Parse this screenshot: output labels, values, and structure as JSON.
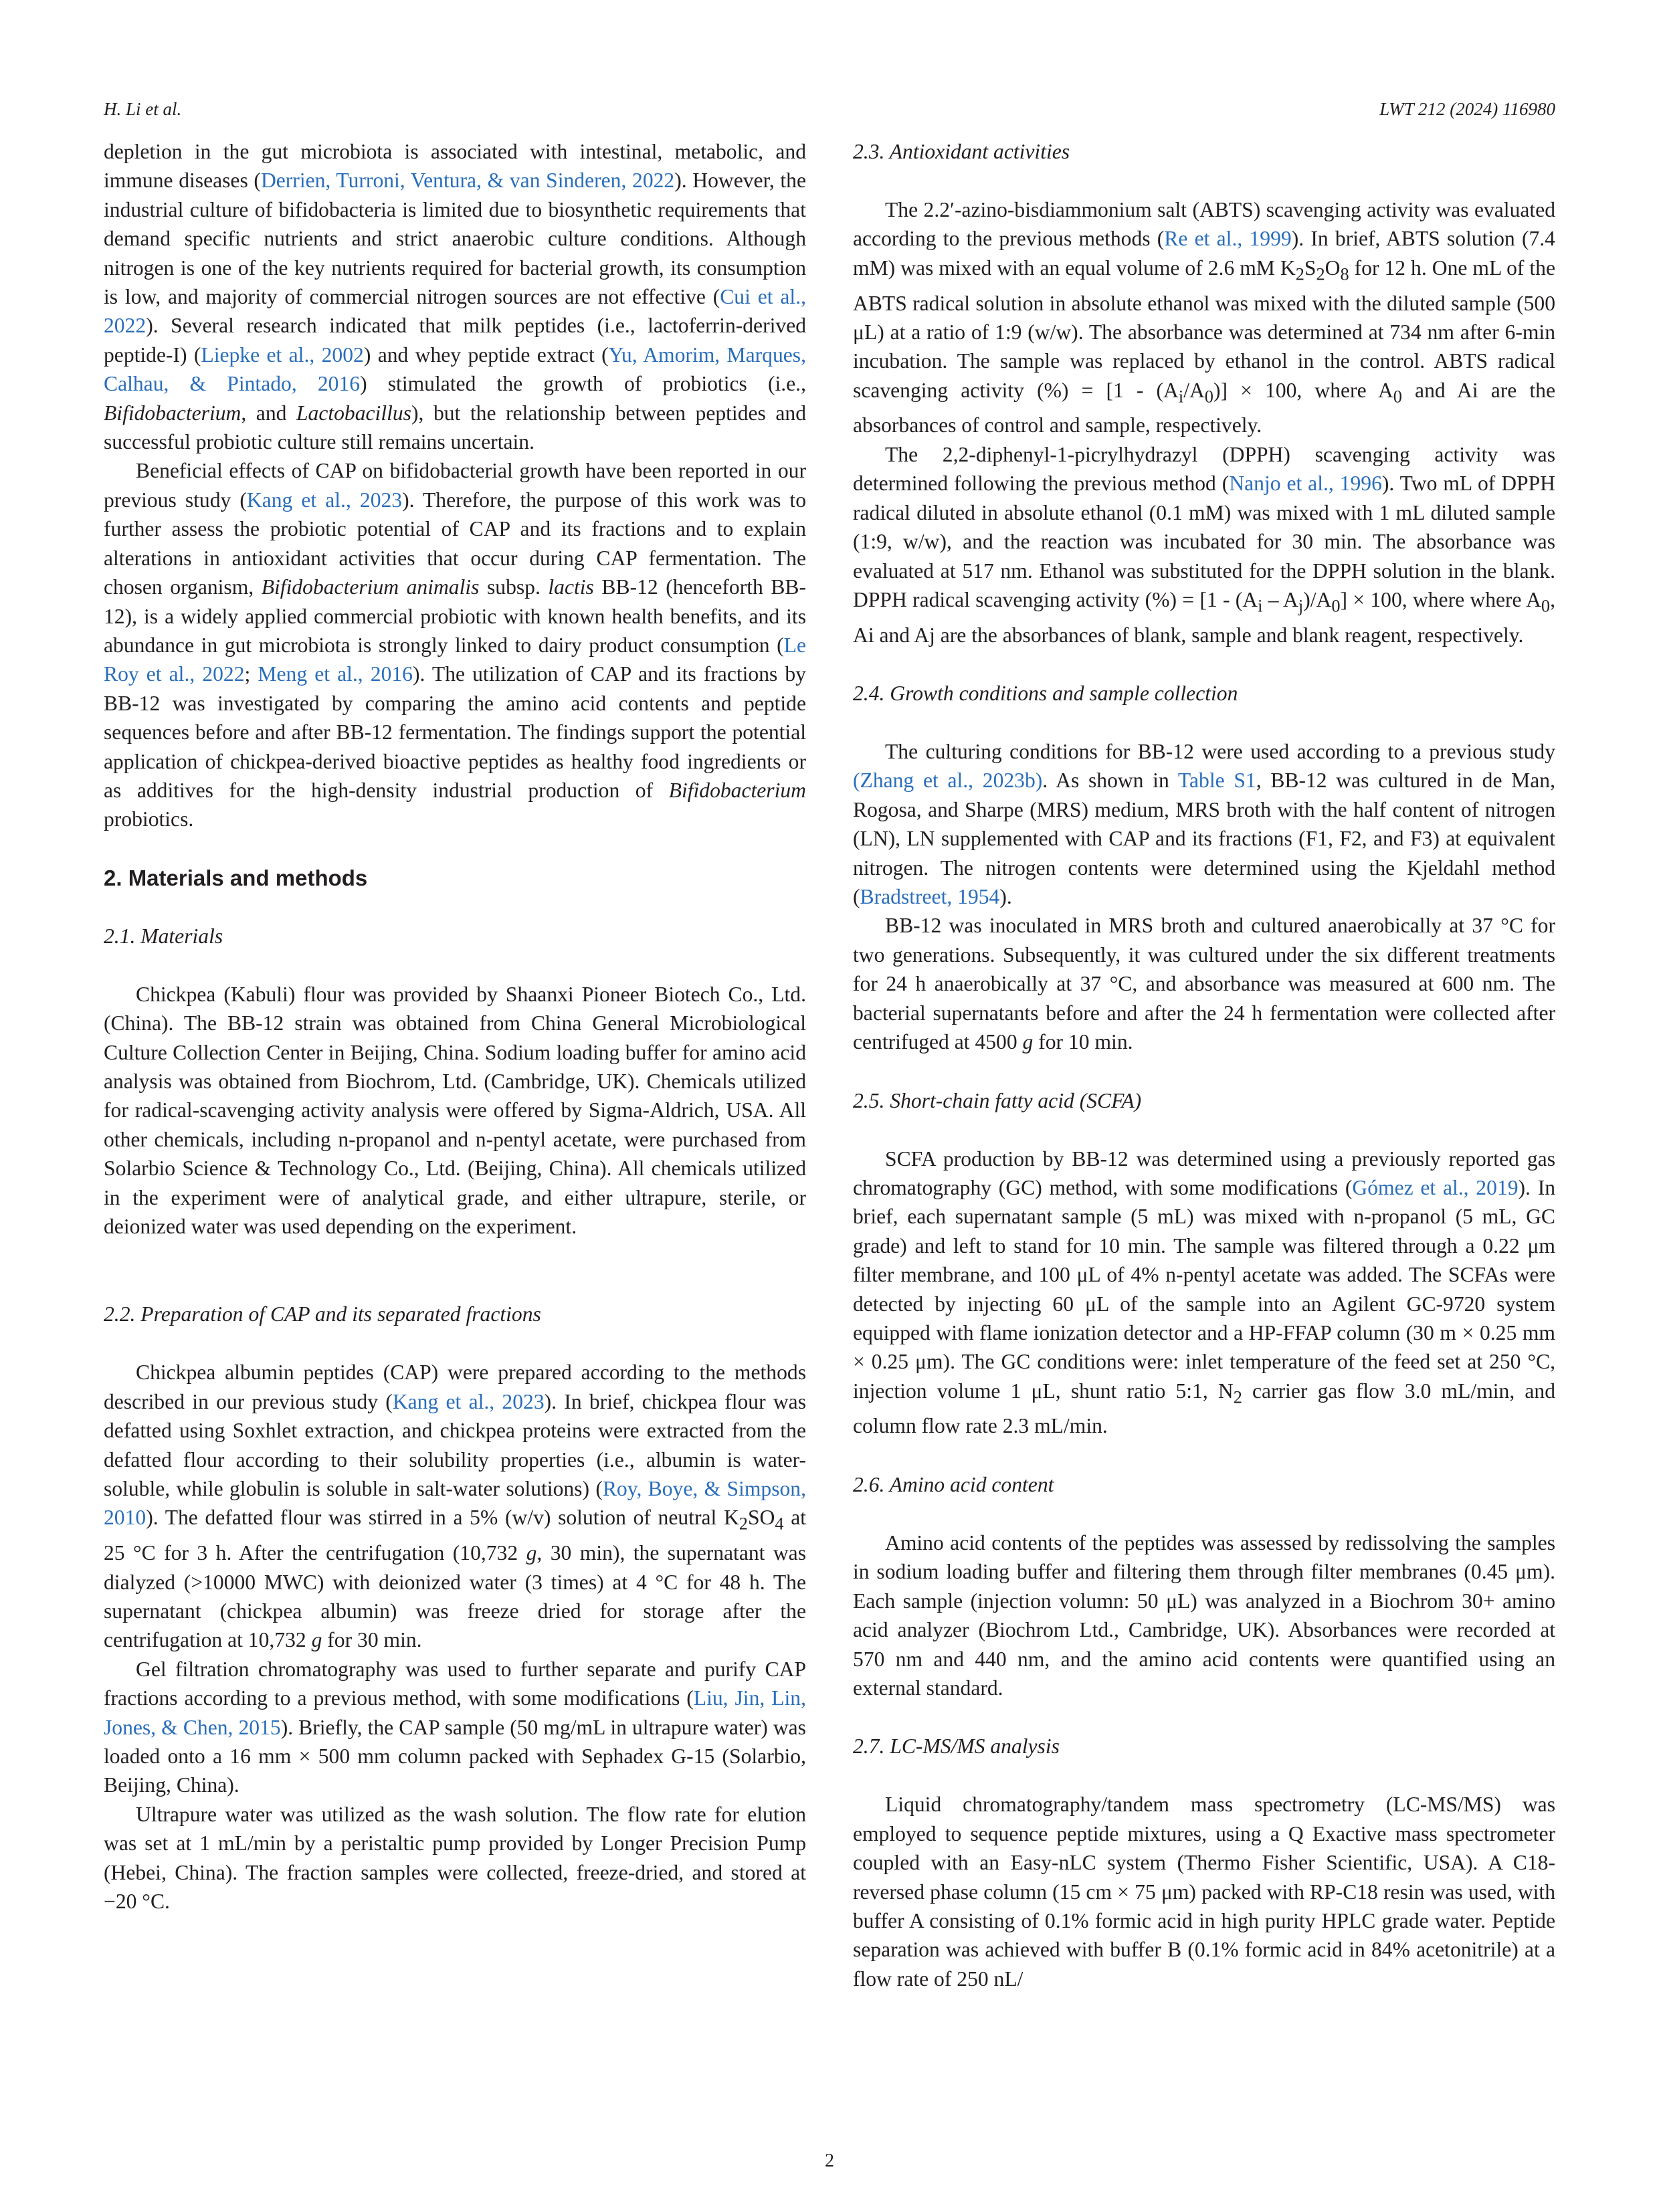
{
  "header": {
    "authors": "H. Li et al.",
    "journal": "LWT 212 (2024) 116980"
  },
  "left_column": {
    "intro_p1": {
      "t1": "depletion in the gut microbiota is associated with intestinal, metabolic, and immune diseases (",
      "c1": "Derrien, Turroni, Ventura, & van Sinderen, 2022",
      "t2": "). However, the industrial culture of bifidobacteria is limited due to biosynthetic requirements that demand specific nutrients and strict anaerobic culture conditions. Although nitrogen is one of the key nutrients required for bacterial growth, its consumption is low, and majority of commercial nitrogen sources are not effective (",
      "c2": "Cui et al., 2022",
      "t3": "). Several research indicated that milk peptides (i.e., lactoferrin-derived peptide-I) (",
      "c3": "Liepke et al., 2002",
      "t4": ") and whey peptide extract (",
      "c4": "Yu, Amorim, Marques, Calhau, & Pintado, 2016",
      "t5": ") stimulated the growth of probiotics (i.e., ",
      "i1": "Bifidobacterium",
      "t6": ", and ",
      "i2": "Lactobacillus",
      "t7": "), but the relationship between peptides and successful probiotic culture still remains uncertain."
    },
    "intro_p2": {
      "t1": "Beneficial effects of CAP on bifidobacterial growth have been reported in our previous study (",
      "c1": "Kang et al., 2023",
      "t2": "). Therefore, the purpose of this work was to further assess the probiotic potential of CAP and its fractions and to explain alterations in antioxidant activities that occur during CAP fermentation. The chosen organism, ",
      "i1": "Bifidobacterium animalis",
      "t3": " subsp. ",
      "i2": "lactis",
      "t4": " BB-12 (henceforth BB-12), is a widely applied commercial probiotic with known health benefits, and its abundance in gut microbiota is strongly linked to dairy product consumption (",
      "c2": "Le Roy et al., 2022",
      "t5": "; ",
      "c3": "Meng et al., 2016",
      "t6": "). The utilization of CAP and its fractions by BB-12 was investigated by comparing the amino acid contents and peptide sequences before and after BB-12 fermentation. The findings support the potential application of chickpea-derived bioactive peptides as healthy food ingredients or as additives for the high-density industrial production of ",
      "i3": "Bifidobacterium",
      "t7": " probiotics."
    },
    "section2_title": "2.  Materials and methods",
    "s21_title": "2.1.  Materials",
    "s21_p1": "Chickpea (Kabuli) flour was provided by Shaanxi Pioneer Biotech Co., Ltd. (China). The BB-12 strain was obtained from China General Microbiological Culture Collection Center in Beijing, China. Sodium loading buffer for amino acid analysis was obtained from Biochrom, Ltd. (Cambridge, UK). Chemicals utilized for radical-scavenging activity analysis were offered by Sigma-Aldrich, USA. All other chemicals, including n-propanol and n-pentyl acetate, were purchased from Solarbio Science & Technology Co., Ltd. (Beijing, China). All chemicals utilized in the experiment were of analytical grade, and either ultrapure, sterile, or deionized water was used depending on the experiment.",
    "s22_title": "2.2.  Preparation of CAP and its separated fractions",
    "s22_p1": {
      "t1": "Chickpea albumin peptides (CAP) were prepared according to the methods described in our previous study (",
      "c1": "Kang et al., 2023",
      "t2": "). In brief, chickpea flour was defatted using Soxhlet extraction, and chickpea proteins were extracted from the defatted flour according to their solubility properties (i.e., albumin is water-soluble, while globulin is soluble in salt-water solutions) (",
      "c2": "Roy, Boye, & Simpson, 2010",
      "t3": "). The defatted flour was stirred in a 5% (w/v) solution of neutral K",
      "s1": "2",
      "t4": "SO",
      "s2": "4",
      "t5": " at 25 °C for 3 h. After the centrifugation (10,732 ",
      "i1": "g",
      "t6": ", 30 min), the supernatant was dialyzed (>10000 MWC) with deionized water (3 times) at 4 °C for 48 h. The supernatant (chickpea albumin) was freeze dried for storage after the centrifugation at 10,732 ",
      "i2": "g",
      "t7": " for 30 min."
    },
    "s22_p2": {
      "t1": "Gel filtration chromatography was used to further separate and purify CAP fractions according to a previous method, with some modifications (",
      "c1": "Liu, Jin, Lin, Jones, & Chen, 2015",
      "t2": "). Briefly, the CAP sample (50 mg/mL in ultrapure water) was loaded onto a 16 mm × 500 mm column packed with Sephadex G-15 (Solarbio, Beijing, China)."
    },
    "s22_p3": "Ultrapure water was utilized as the wash solution. The flow rate for elution was set at 1 mL/min by a peristaltic pump provided by Longer Precision Pump (Hebei, China). The fraction samples were collected, freeze-dried, and stored at −20 °C."
  },
  "right_column": {
    "s23_title": "2.3.  Antioxidant activities",
    "s23_p1": {
      "t1": "The 2.2′-azino-bisdiammonium salt (ABTS) scavenging activity was evaluated according to the previous methods (",
      "c1": "Re et al., 1999",
      "t2": "). In brief, ABTS solution (7.4 mM) was mixed with an equal volume of 2.6 mM K",
      "s1": "2",
      "t3": "S",
      "s2": "2",
      "t4": "O",
      "s3": "8",
      "t5": " for 12 h. One mL of the ABTS radical solution in absolute ethanol was mixed with the diluted sample (500 μL) at a ratio of 1:9 (w/w). The absorbance was determined at 734 nm after 6-min incubation. The sample was replaced by ethanol in the control. ABTS radical scavenging activity (%) = [1 - (A",
      "s4": "i",
      "t6": "/A",
      "s5": "0",
      "t7": ")] × 100, where A",
      "s6": "0",
      "t8": " and Ai are the absorbances of control and sample, respectively."
    },
    "s23_p2": {
      "t1": "The 2,2-diphenyl-1-picrylhydrazyl (DPPH) scavenging activity was determined following the previous method (",
      "c1": "Nanjo et al., 1996",
      "t2": "). Two mL of DPPH radical diluted in absolute ethanol (0.1 mM) was mixed with 1 mL diluted sample (1:9, w/w), and the reaction was incubated for 30 min. The absorbance was evaluated at 517 nm. Ethanol was substituted for the DPPH solution in the blank. DPPH radical scavenging activity (%) = [1 - (A",
      "s1": "i",
      "t3": " – A",
      "s2": "j",
      "t4": ")/A",
      "s3": "0",
      "t5": "] × 100, where where A",
      "s4": "0",
      "t6": ", Ai and Aj are the absorbances of blank, sample and blank reagent, respectively."
    },
    "s24_title": "2.4.  Growth conditions and sample collection",
    "s24_p1": {
      "t1": "The culturing conditions for BB-12 were used according to a previous study ",
      "c1": "(Zhang et al., 2023b)",
      "t2": ". As shown in ",
      "c2": "Table S1",
      "t3": ", BB-12 was cultured in de Man, Rogosa, and Sharpe (MRS) medium, MRS broth with the half content of nitrogen (LN), LN supplemented with CAP and its fractions (F1, F2, and F3) at equivalent nitrogen. The nitrogen contents were determined using the Kjeldahl method (",
      "c3": "Bradstreet, 1954",
      "t4": ")."
    },
    "s24_p2": {
      "t1": "BB-12 was inoculated in MRS broth and cultured anaerobically at 37 °C for two generations. Subsequently, it was cultured under the six different treatments for 24 h anaerobically at 37 °C, and absorbance was measured at 600 nm. The bacterial supernatants before and after the 24 h fermentation were collected after centrifuged at 4500 ",
      "i1": "g",
      "t2": " for 10 min."
    },
    "s25_title": "2.5.  Short-chain fatty acid (SCFA)",
    "s25_p1": {
      "t1": "SCFA production by BB-12 was determined using a previously reported gas chromatography (GC) method, with some modifications (",
      "c1": "Gómez et al., 2019",
      "t2": "). In brief, each supernatant sample (5 mL) was mixed with n-propanol (5 mL, GC grade) and left to stand for 10 min. The sample was filtered through a 0.22 μm filter membrane, and 100 μL of 4% n-pentyl acetate was added. The SCFAs were detected by injecting 60 μL of the sample into an Agilent GC-9720 system equipped with flame ionization detector and a HP-FFAP column (30 m × 0.25 mm × 0.25 μm). The GC conditions were: inlet temperature of the feed set at 250 °C, injection volume 1 μL, shunt ratio 5:1, N",
      "s1": "2",
      "t3": " carrier gas flow 3.0 mL/min, and column flow rate 2.3 mL/min."
    },
    "s26_title": "2.6.  Amino acid content",
    "s26_p1": "Amino acid contents of the peptides was assessed by redissolving the samples in sodium loading buffer and filtering them through filter membranes (0.45 μm). Each sample (injection volumn: 50 μL) was analyzed in a Biochrom 30+ amino acid analyzer (Biochrom Ltd., Cambridge, UK). Absorbances were recorded at 570 nm and 440 nm, and the amino acid contents were quantified using an external standard.",
    "s27_title": "2.7.  LC-MS/MS analysis",
    "s27_p1": "Liquid chromatography/tandem mass spectrometry (LC-MS/MS) was employed to sequence peptide mixtures, using a Q Exactive mass spectrometer coupled with an Easy-nLC system (Thermo Fisher Scientific, USA). A C18-reversed phase column (15 cm × 75 μm) packed with RP-C18 resin was used, with buffer A consisting of 0.1% formic acid in high purity HPLC grade water. Peptide separation was achieved with buffer B (0.1% formic acid in 84% acetonitrile) at a flow rate of 250 nL/"
  },
  "footer": {
    "page_number": "2"
  }
}
